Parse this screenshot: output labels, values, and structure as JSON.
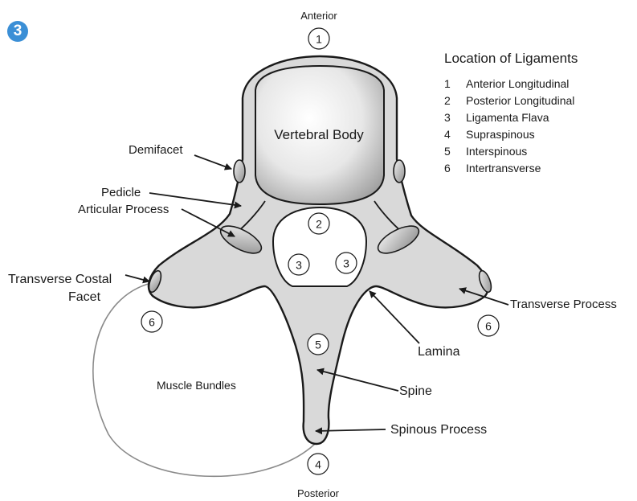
{
  "badge": "3",
  "orientation": {
    "top": "Anterior",
    "bottom": "Posterior"
  },
  "structures": {
    "vertebral_body": "Vertebral Body",
    "demifacet": "Demifacet",
    "pedicle": "Pedicle",
    "articular_process": "Articular Process",
    "transverse_costal_facet_line1": "Transverse Costal",
    "transverse_costal_facet_line2": "Facet",
    "transverse_process": "Transverse Process",
    "lamina": "Lamina",
    "spine": "Spine",
    "spinous_process": "Spinous Process",
    "muscle_bundles": "Muscle Bundles"
  },
  "markers": {
    "anterior": "1",
    "posterior_canal": "2",
    "canal_left": "3",
    "canal_right": "3",
    "spine": "5",
    "spinous_tip": "4",
    "left_transverse": "6",
    "right_transverse": "6"
  },
  "legend": {
    "title": "Location of Ligaments",
    "items": [
      {
        "num": "1",
        "label": "Anterior Longitudinal"
      },
      {
        "num": "2",
        "label": "Posterior Longitudinal"
      },
      {
        "num": "3",
        "label": "Ligamenta Flava"
      },
      {
        "num": "4",
        "label": "Supraspinous"
      },
      {
        "num": "5",
        "label": "Interspinous"
      },
      {
        "num": "6",
        "label": "Intertransverse"
      }
    ]
  }
}
